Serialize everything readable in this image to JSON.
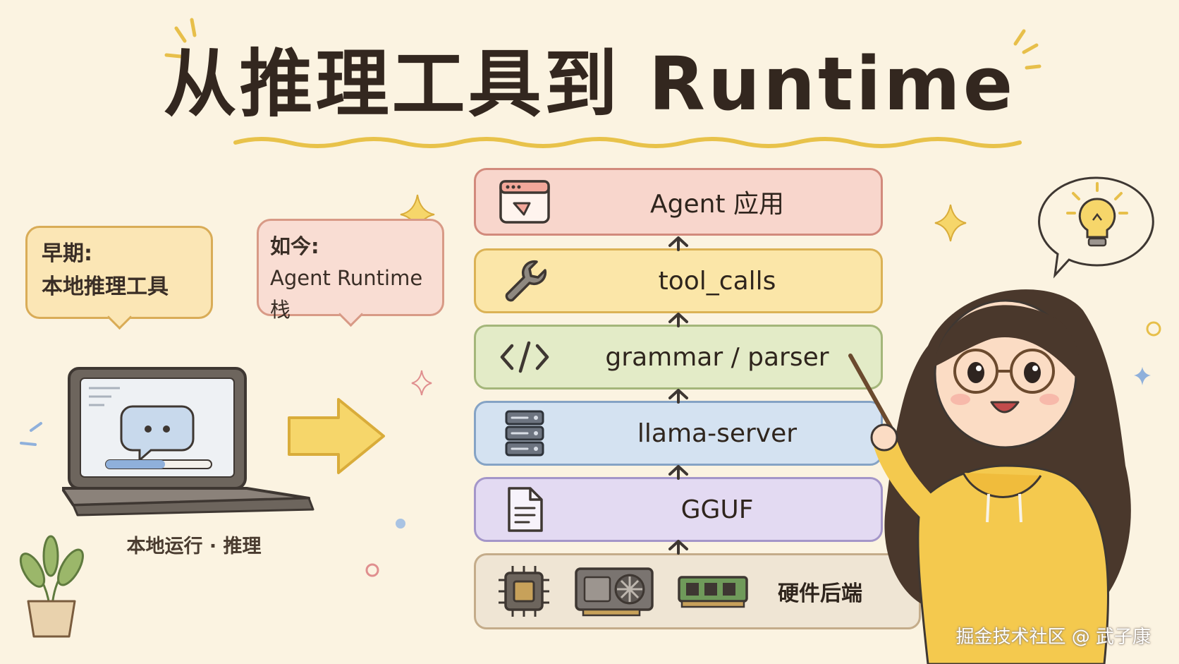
{
  "title": "从推理工具到 Runtime",
  "callouts": {
    "early": {
      "line1": "早期:",
      "line2": "本地推理工具"
    },
    "now": {
      "line1": "如今:",
      "line2": "Agent Runtime栈"
    }
  },
  "laptop_caption": "本地运行 · 推理",
  "stack": {
    "layers": [
      {
        "label": "Agent 应用",
        "icon": "app-window-icon"
      },
      {
        "label": "tool_calls",
        "icon": "wrench-icon"
      },
      {
        "label": "grammar / parser",
        "icon": "code-brackets-icon"
      },
      {
        "label": "llama-server",
        "icon": "server-icon"
      },
      {
        "label": "GGUF",
        "icon": "document-icon"
      },
      {
        "label": "硬件后端",
        "icons": [
          "cpu-chip-icon",
          "gpu-card-icon",
          "ram-stick-icon"
        ]
      }
    ]
  },
  "watermark": "掘金技术社区 @ 武子康",
  "colors": {
    "background": "#fbf3e1",
    "title_underline": "#e8c24a",
    "arrow_fill": "#f6d66a",
    "layer_agent": "#f8d6cc",
    "layer_tools": "#fbe6a8",
    "layer_grammar": "#e3ebc7",
    "layer_llama": "#d4e2f1",
    "layer_gguf": "#e3daf2",
    "layer_hardware": "#efe5d4",
    "hoodie": "#f4c94e"
  }
}
